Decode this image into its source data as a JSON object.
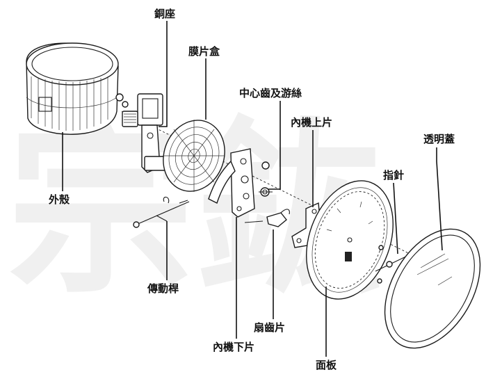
{
  "watermark": "宗鈜",
  "labels": {
    "tongzuo": "銅座",
    "mopianhe": "膜片盒",
    "zhongxin": "中心齒及游絲",
    "neijishang": "內機上片",
    "toumingai": "透明蓋",
    "zhizhen": "指針",
    "waike": "外殼",
    "chuandong": "傳動桿",
    "shanchi": "扇齒片",
    "neijixia": "內機下片",
    "mianban": "面板"
  }
}
